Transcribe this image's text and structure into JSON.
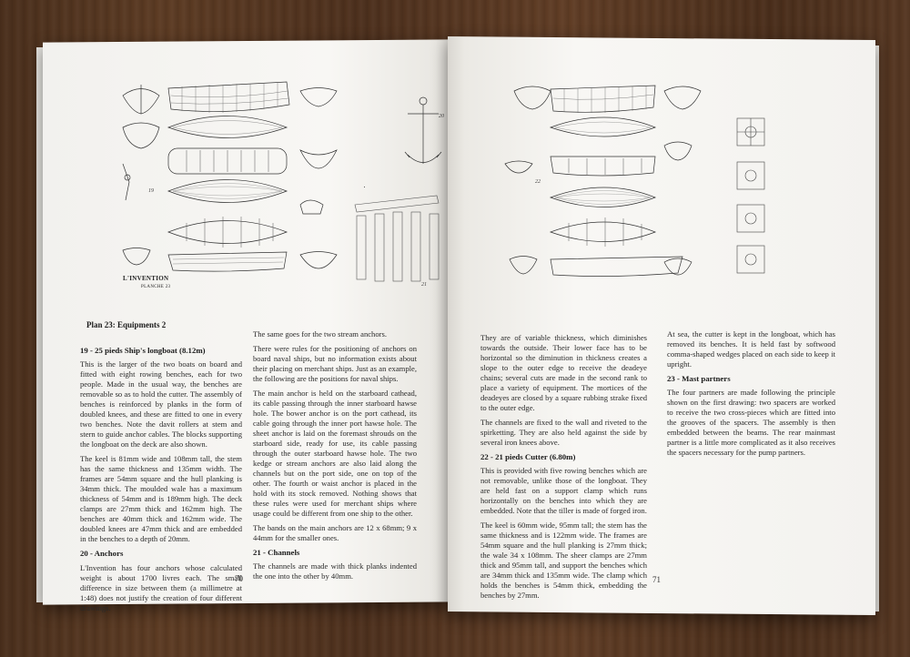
{
  "left_page": {
    "plan_title": "Plan 23: Equipments 2",
    "page_number": "70",
    "caption": "L'INVENTION",
    "plate": "PLANCHE 23",
    "fig_num_a": "19",
    "fig_num_b": "20",
    "fig_num_c": "21",
    "col1": {
      "h1": "19 - 25 pieds Ship's longboat (8.12m)",
      "p1": "This is the larger of the two boats on board and fitted with eight rowing benches, each for two people. Made in the usual way, the benches are removable so as to hold the cutter. The assembly of benches is reinforced by planks in the form of doubled knees, and these are fitted to one in every two benches. Note the davit rollers at stem and stern to guide anchor cables. The blocks supporting the longboat on the deck are also shown.",
      "p2": "The keel is 81mm wide and 108mm tall, the stem has the same thickness and 135mm width. The frames are 54mm square and the hull planking is 34mm thick. The moulded wale has a maximum thickness of 54mm and is 189mm high. The deck clamps are 27mm thick and 162mm high. The benches are 40mm thick and 162mm wide. The doubled knees are 47mm thick and are embedded in the benches to a depth of 20mm.",
      "h2": "20 - Anchors",
      "p3": "L'Invention has four anchors whose calculated weight is about 1700 livres each. The small difference in size between them (a millimetre at 1:48) does not justify the creation of four different drawings."
    },
    "col2": {
      "p1": "The same goes for the two stream anchors.",
      "p2": "There were rules for the positioning of anchors on board naval ships, but no information exists about their placing on merchant ships. Just as an example, the following are the positions for naval ships.",
      "p3": "The main anchor is held on the starboard cathead, its cable passing through the inner starboard hawse hole. The bower anchor is on the port cathead, its cable going through the inner port hawse hole. The sheet anchor is laid on the foremast shrouds on the starboard side, ready for use, its cable passing through the outer starboard hawse hole. The two kedge or stream anchors are also laid along the channels but on the port side, one on top of the other. The fourth or waist anchor is placed in the hold with its stock removed. Nothing shows that these rules were used for merchant ships where usage could be different from one ship to the other.",
      "p4": "The bands on the main anchors are 12 x 68mm; 9 x 44mm for the smaller ones.",
      "h1": "21 - Channels",
      "p5": "The channels are made with thick planks indented the one into the other by 40mm."
    }
  },
  "right_page": {
    "page_number": "71",
    "fig_num": "22",
    "col1": {
      "p1": "They are of variable thickness, which diminishes towards the outside. Their lower face has to be horizontal so the diminution in thickness creates a slope to the outer edge to receive the deadeye chains; several cuts are made in the second rank to place a variety of equipment. The mortices of the deadeyes are closed by a square rubbing strake fixed to the outer edge.",
      "p2": "The channels are fixed to the wall and riveted to the spirketting. They are also held against the side by several iron knees above.",
      "h1": "22 - 21 pieds Cutter (6.80m)",
      "p3": "This is provided with five rowing benches which are not removable, unlike those of the longboat. They are held fast on a support clamp which runs horizontally on the benches into which they are embedded. Note that the tiller is made of forged iron.",
      "p4": "The keel is 60mm wide, 95mm tall; the stem has the same thickness and is 122mm wide. The frames are 54mm square and the hull planking is 27mm thick; the wale 34 x 108mm. The sheer clamps are 27mm thick and 95mm tall, and support the benches which are 34mm thick and 135mm wide. The clamp which holds the benches is 54mm thick, embedding the benches by 27mm."
    },
    "col2": {
      "p1": "At sea, the cutter is kept in the longboat, which has removed its benches. It is held fast by softwood comma-shaped wedges placed on each side to keep it upright.",
      "h1": "23 - Mast partners",
      "p2": "The four partners are made following the principle shown on the first drawing: two spacers are worked to receive the two cross-pieces which are fitted into the grooves of the spacers. The assembly is then embedded between the beams. The rear mainmast partner is a little more complicated as it also receives the spacers necessary for the pump partners."
    }
  }
}
